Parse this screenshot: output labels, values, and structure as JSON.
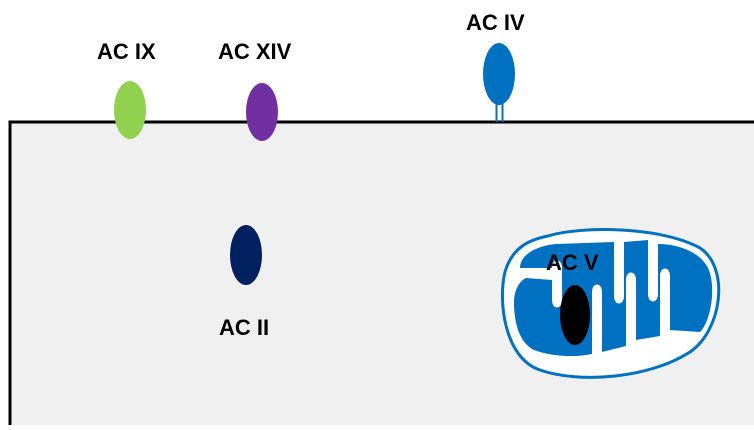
{
  "diagram": {
    "nodes": [
      {
        "id": "ac-ix",
        "label": "AC IX",
        "color": "#92d050"
      },
      {
        "id": "ac-xiv",
        "label": "AC XIV",
        "color": "#7030a0"
      },
      {
        "id": "ac-iv",
        "label": "AC IV",
        "color": "#0070c0"
      },
      {
        "id": "ac-ii",
        "label": "AC II",
        "color": "#002060"
      },
      {
        "id": "ac-v",
        "label": "AC V",
        "color": "#000000"
      }
    ],
    "colors": {
      "cell_fill": "#f0f0f0",
      "cell_border": "#000000",
      "mitochondrion": "#0070c0",
      "mitochondrion_matrix": "#ffffff"
    }
  }
}
